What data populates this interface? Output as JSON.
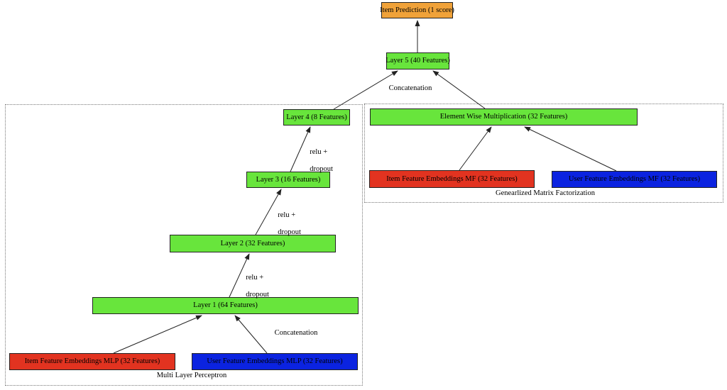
{
  "diagram": {
    "description": "Neural collaborative filtering model architecture diagram"
  },
  "colors": {
    "prediction_fill": "#f0a239",
    "layer_fill": "#68e53c",
    "item_fill": "#e23320",
    "user_fill": "#0b23e0",
    "node_border": "#222222",
    "group_border": "#777777",
    "arrow": "#222222"
  },
  "nodes": {
    "item_prediction": "Item Prediction (1 score)",
    "layer5": "Layer 5 (40 Features)",
    "layer4": "Layer 4 (8 Features)",
    "layer3": "Layer 3 (16 Features)",
    "layer2": "Layer 2 (32 Features)",
    "layer1": "Layer 1 (64 Features)",
    "element_wise": "Element Wise Multiplication (32 Features)",
    "item_mf": "Item Feature Embeddings MF (32 Features)",
    "user_mf": "User Feature Embeddings MF (32 Features)",
    "item_mlp": "Item Feature Embeddings MLP (32 Features)",
    "user_mlp": "User Feature Embeddings MLP (32 Features)"
  },
  "edge_labels": {
    "concatenation_top": "Concatenation",
    "concatenation_bottom": "Concatenation",
    "relu_line1": "relu +",
    "relu_line2": "dropout"
  },
  "groups": {
    "mlp": "Multi Layer Perceptron",
    "gmf": "Genearlized Matrix Factorization"
  }
}
